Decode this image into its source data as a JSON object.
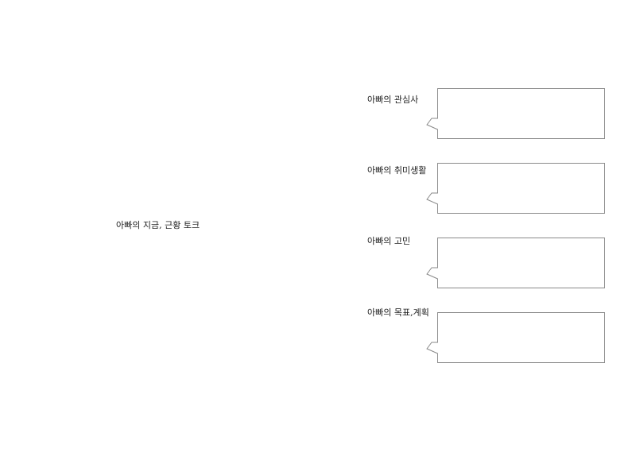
{
  "title": "아빠의 지금, 근황 토크",
  "topics": [
    {
      "label": "아빠의 관심사",
      "answer": ""
    },
    {
      "label": "아빠의 취미생활",
      "answer": ""
    },
    {
      "label": "아빠의 고민",
      "answer": ""
    },
    {
      "label": "아빠의 목표,계획",
      "answer": ""
    }
  ],
  "colors": {
    "bubble_border": "#8a8a8a",
    "text": "#222222",
    "background": "#ffffff"
  }
}
